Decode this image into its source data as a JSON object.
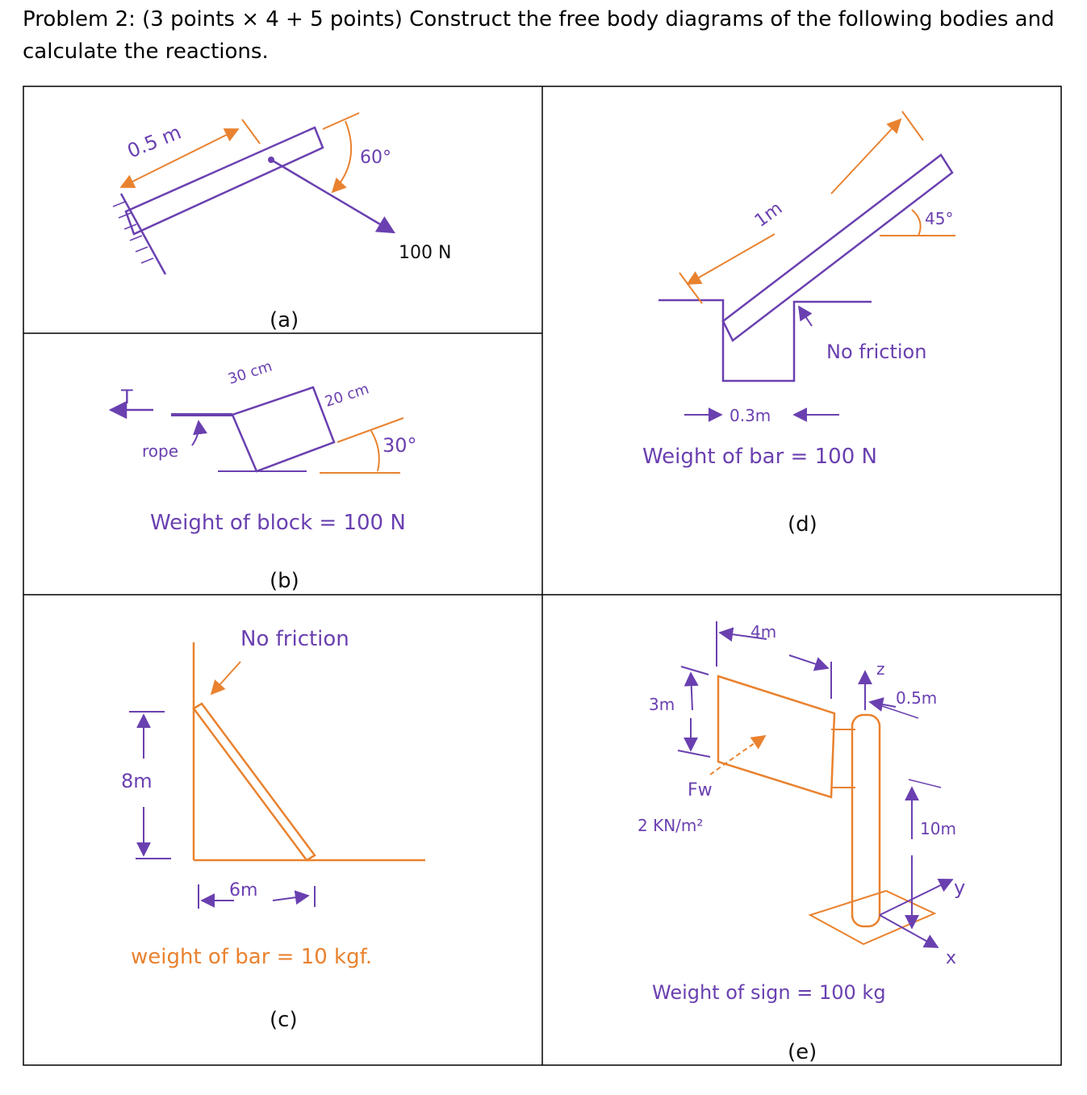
{
  "problem": {
    "text": "Problem 2: (3 points × 4 + 5 points) Construct the free body diagrams of the following bodies and calculate the reactions."
  },
  "colors": {
    "purple": "#6a40b0",
    "orange": "#e9822f",
    "grid": "#000000"
  },
  "panels": {
    "a": {
      "caption": "(a)",
      "length": "0.5 m",
      "angle": "60°",
      "force": "100 N"
    },
    "b": {
      "caption": "(b)",
      "T": "T",
      "rope": "rope",
      "dim1": "30 cm",
      "dim2": "20 cm",
      "angle": "30°",
      "weight": "Weight of block = 100 N"
    },
    "c": {
      "caption": "(c)",
      "friction": "No friction",
      "height": "8m",
      "base": "6m",
      "weight": "weight of bar = 10 kgf."
    },
    "d": {
      "caption": "(d)",
      "length": "1m",
      "angle": "45°",
      "friction": "No friction",
      "gap": "0.3m",
      "weight": "Weight of bar = 100 N"
    },
    "e": {
      "caption": "(e)",
      "width": "4m",
      "height": "3m",
      "z": "z",
      "offset": "0.5m",
      "pole": "10m",
      "y": "y",
      "x": "x",
      "wind": "Fw",
      "pressure": "2 KN/m²",
      "weight": "Weight of sign = 100 kg"
    }
  }
}
